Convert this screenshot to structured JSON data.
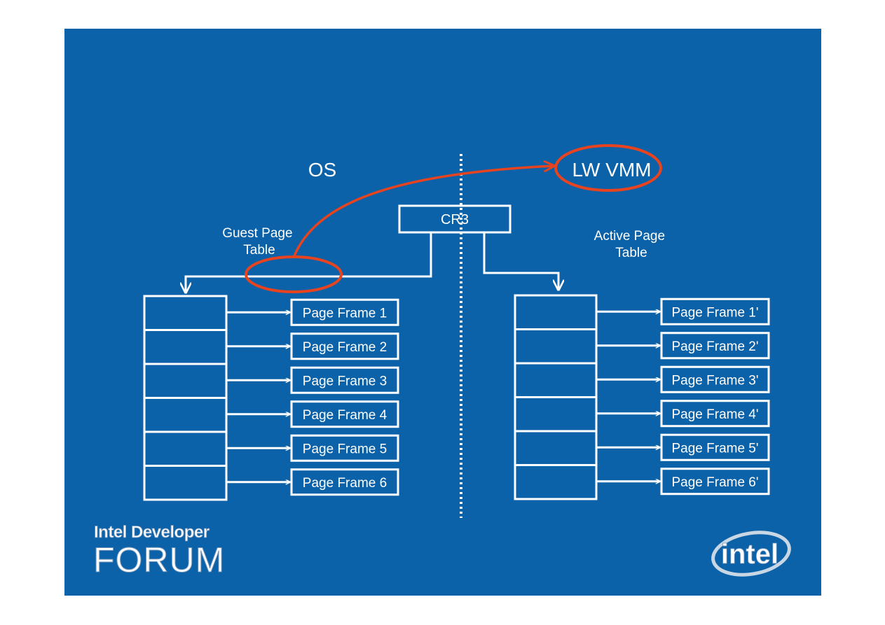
{
  "labels": {
    "os": "OS",
    "lw_vmm": "LW VMM",
    "cr3": "CR3",
    "guest_page_table": [
      "Guest Page",
      "Table"
    ],
    "active_page_table": [
      "Active Page",
      "Table"
    ]
  },
  "guest_frames": [
    "Page Frame 1",
    "Page Frame 2",
    "Page Frame 3",
    "Page Frame 4",
    "Page Frame 5",
    "Page Frame 6"
  ],
  "active_frames": [
    "Page Frame 1'",
    "Page Frame 2'",
    "Page Frame 3'",
    "Page Frame 4'",
    "Page Frame 5'",
    "Page Frame 6'"
  ],
  "branding": {
    "event_line1": "Intel Developer",
    "event_line2": "FORUM",
    "logo": "intel"
  },
  "colors": {
    "background": "#0b62a9",
    "foreground": "#ffffff",
    "highlight": "#e8431f"
  }
}
